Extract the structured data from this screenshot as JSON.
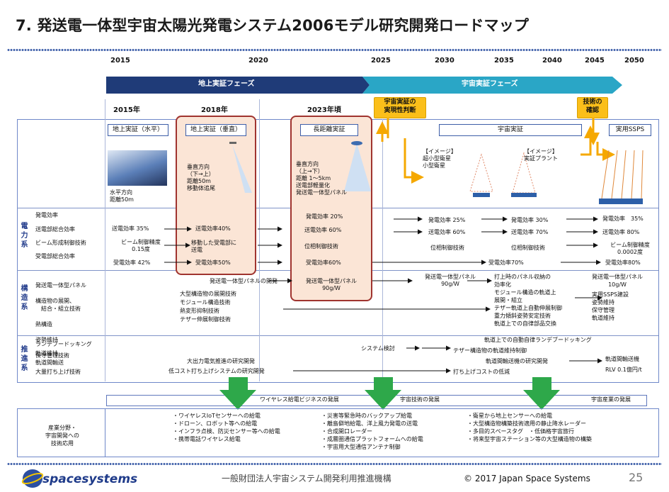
{
  "title": "7. 発送電一体型宇宙太陽光発電システム2006モデル研究開発ロードマップ",
  "years": [
    "2015",
    "2020",
    "2025",
    "2030",
    "2035",
    "2040",
    "2045",
    "2050"
  ],
  "phases": {
    "ground": "地上実証フェーズ",
    "space": "宇宙実証フェーズ"
  },
  "milestones": {
    "y2015": "2015年",
    "y2018": "2018年",
    "y2023": "2023年頃"
  },
  "callouts": {
    "feasibility": "宇宙実証の\n実現性判断",
    "confirm": "技術の\n確認"
  },
  "stage_boxes": {
    "ground_horizontal": "地上実証（水平）",
    "ground_vertical": "地上実証（垂直）",
    "long_distance": "長距離実証",
    "space_demo": "宇宙実証",
    "practical": "実用SSPS"
  },
  "stage_desc": {
    "horizontal": "水平方向\n距離50m",
    "vertical": "垂直方向\n（下→上）\n距離50m\n移動体追尾",
    "long": "垂直方向\n（上→下）\n距離 1～5km\n送電部軽量化\n発送電一体型パネル",
    "image1": "【イメージ】\n超小型衛星\n小型衛星",
    "image2": "【イメージ】\n実証プラント"
  },
  "categories": {
    "power": "電力系",
    "structure": "構造系",
    "propulsion": "推進系"
  },
  "power": {
    "items": [
      "発電効率",
      "送電部総合効率",
      "ビーム形成制御技術",
      "受電部総合効率"
    ],
    "c2015": [
      "送電効率 35%",
      "ビーム制御精度\n0.15度",
      "受電効率 42%"
    ],
    "c2018": [
      "送電効率40%",
      "移動した受電部に\n送電",
      "受電効率50%"
    ],
    "c2023": [
      "発電効率 20%",
      "送電効率 60%",
      "位相制御技術",
      "受電効率60%"
    ],
    "c2030": [
      "発電効率 25%",
      "送電効率 60%",
      "位相制御技術",
      "受電効率70%"
    ],
    "c2040": [
      "発電効率 30%",
      "送電効率 70%",
      "位相制御技術"
    ],
    "c2050": [
      "発電効率　35%",
      "送電効率 80%",
      "ビーム制御精度\n0.0002度",
      "受電効率80%"
    ]
  },
  "structure": {
    "items": [
      "発送電一体型パネル",
      "構造物の展開、\n　結合・組立技術",
      "熱構造",
      "姿勢維持",
      "保守管理技術"
    ],
    "flow1": "発送電一体型パネルの開発",
    "c2018": [
      "大型構造物の展開技術",
      "モジュール構造技術",
      "熱変形抑制技術",
      "テザー伸展制御技術"
    ],
    "c2023": "発送電一体型パネル\n90g/W",
    "c2030": "発送電一体型パネル\n90g/W",
    "c2040": [
      "打上時のパネル収納の\n効率化",
      "モジュール構造の軌道上\n展開・組立",
      "テザー軌道上自動伸展制御",
      "重力傾斜姿勢安定技術",
      "軌道上での自律部品交換"
    ],
    "c2050": [
      "発送電一体型パネル\n10g/W",
      "実用SSPS建設",
      "姿勢維持",
      "保守管理",
      "軌道維持"
    ]
  },
  "propulsion": {
    "items": [
      "ランデブードッキング",
      "軌道維持",
      "軌道間輸送",
      "大量打ち上げ技術"
    ],
    "c2018": [
      "大出力電気推進の研究開発",
      "低コスト打ち上げシステムの研究開発"
    ],
    "system": "システム検討",
    "c2040": [
      "軌道上での自動自律ランデブードッキング",
      "テザー構造物の軌道維持制御",
      "軌道間輸送機の研究開発",
      "打ち上げコストの低減"
    ],
    "c2050": [
      "軌道間輸送機",
      "RLV 0.1億円/t"
    ]
  },
  "business": [
    "ワイヤレス給電ビジネスの発展",
    "宇宙技術の発展",
    "宇宙産業の発展"
  ],
  "applications": {
    "label": "産業分野・\n宇宙開発への\n技術応用",
    "col1": [
      "・ワイヤレスIoTセンサーへの給電",
      "・ドローン、ロボット等への給電",
      "・インフラ点検、防災センサー等への給電",
      "・携帯電話ワイヤレス給電"
    ],
    "col2": [
      "・災害等緊急時のバックアップ給電",
      "・離島僻地給電、洋上風力発電の送電",
      "・合成開口レーダー",
      "・成層圏通信プラットフォームへの給電",
      "・宇宙用大型通信アンテナ制御"
    ],
    "col3": [
      "・衛星から地上センサーへの給電",
      "・大型構造物構築技術適用の静止降水レーダー",
      "・多目的スペースタグ　・低価格宇宙旅行",
      "・将来型宇宙ステーション等の大型構造物の構築"
    ]
  },
  "footer": {
    "logo": "spacesystems",
    "org": "一般財団法人宇宙システム開発利用推進機構",
    "copyright": "© 2017 Japan Space Systems",
    "page": "25"
  },
  "colors": {
    "navy": "#1f3b78",
    "teal": "#4bacc6",
    "orange": "#fbbf1a",
    "highlight": "#fbe5d6",
    "green": "#2ea84a"
  }
}
